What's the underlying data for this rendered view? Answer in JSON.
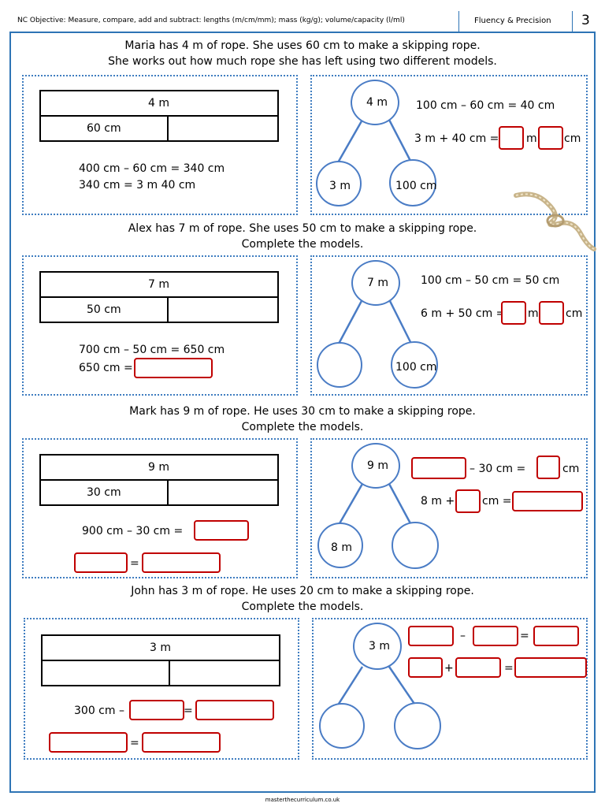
{
  "header": {
    "objective": "NC Objective: Measure, compare, add and subtract: lengths (m/cm/mm); mass (kg/g); volume/capacity (l/ml)",
    "strand": "Fluency & Precision",
    "page_number": "3"
  },
  "q1": {
    "line1": "Maria has 4 m of rope. She uses 60 cm to make a skipping rope.",
    "line2": "She works out how much rope she has left using two different models.",
    "bar_whole": "4 m",
    "bar_part": "60 cm",
    "calc1": "400 cm – 60 cm = 340 cm",
    "calc2": "340 cm = 3 m 40 cm",
    "whole": "4 m",
    "part_left": "3 m",
    "part_right": "100 cm",
    "eq1": "100 cm – 60 cm = 40 cm",
    "eq2_a": "3 m + 40 cm =",
    "eq2_m": "m",
    "eq2_cm": "cm"
  },
  "q2": {
    "line1": "Alex has 7 m of rope. She uses 50 cm to make a skipping rope.",
    "line2": "Complete the models.",
    "bar_whole": "7 m",
    "bar_part": "50 cm",
    "calc1": "700 cm – 50 cm = 650 cm",
    "calc2": "650 cm =",
    "whole": "7 m",
    "part_right": "100 cm",
    "eq1": "100 cm – 50 cm = 50 cm",
    "eq2_a": "6 m + 50 cm =",
    "eq2_m": "m",
    "eq2_cm": "cm"
  },
  "q3": {
    "line1": "Mark has 9 m of rope. He uses 30 cm to make a skipping rope.",
    "line2": "Complete the models.",
    "bar_whole": "9 m",
    "bar_part": "30 cm",
    "calc1": "900 cm – 30 cm =",
    "calc_eq": "=",
    "whole": "9 m",
    "part_left": "8 m",
    "eq1_mid": "– 30 cm  =",
    "eq1_cm": "cm",
    "eq2_a": "8 m +",
    "eq2_b": "cm ="
  },
  "q4": {
    "line1": "John has 3 m of rope. He uses 20 cm to make a skipping rope.",
    "line2": "Complete the models.",
    "bar_whole": "3 m",
    "calc1": "300 cm –",
    "calc_eq1": "=",
    "calc_eq2": "=",
    "whole": "3 m",
    "op_minus": "–",
    "op_eq": "=",
    "op_plus": "+",
    "op_eq2": "="
  },
  "footer": "masterthecurriculum.co.uk"
}
